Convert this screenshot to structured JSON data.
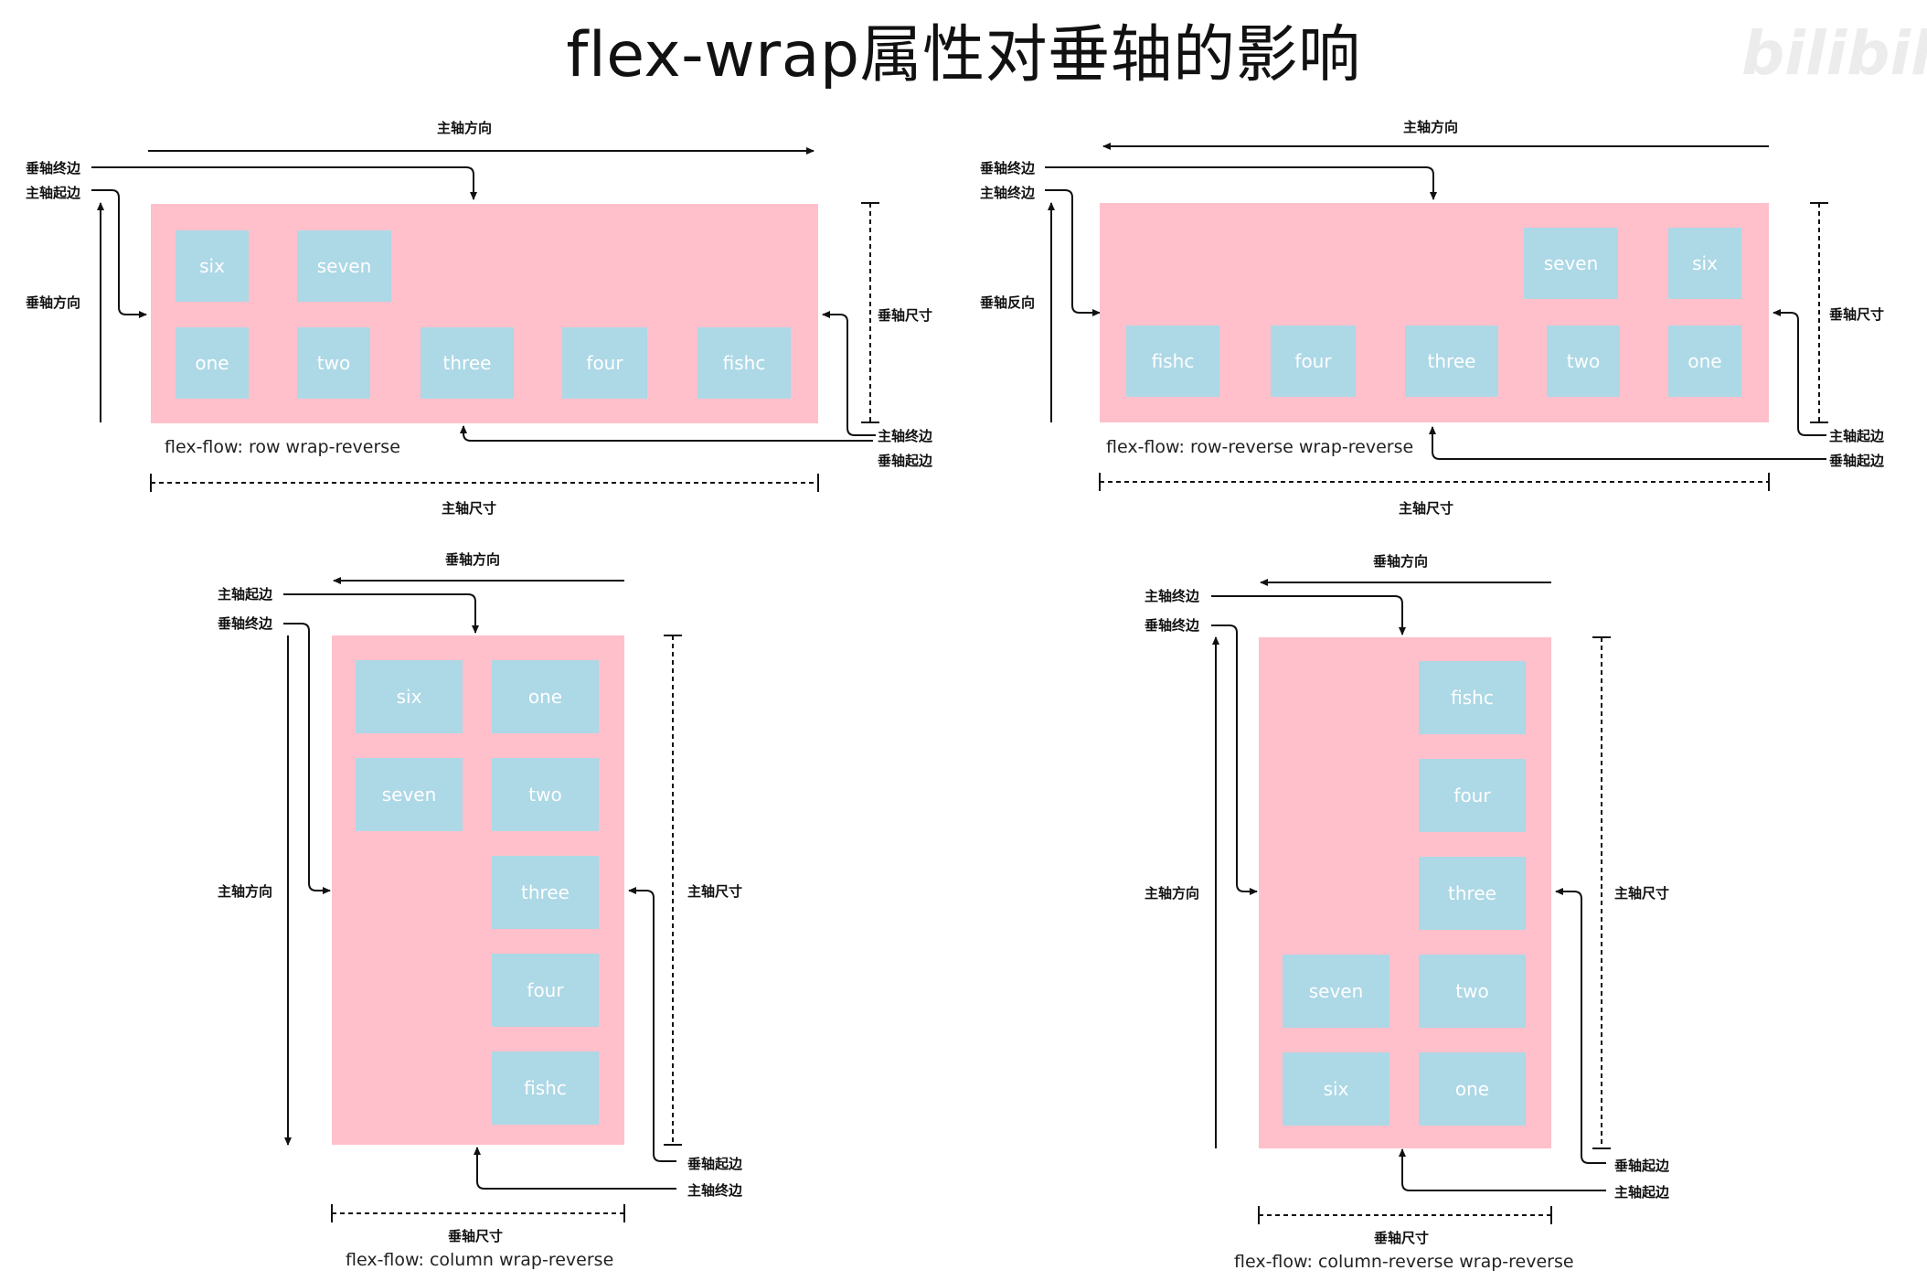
{
  "title": "flex-wrap属性对垂轴的影响",
  "watermark": "bilibili",
  "colors": {
    "container": "#ffc0cb",
    "item": "#add8e6",
    "item_text": "#ffffff",
    "line": "#111111"
  },
  "panels": [
    {
      "flow": "flex-flow: row wrap-reverse",
      "labels": {
        "main_dir": "主轴方向",
        "main_end": "垂轴终边",
        "main_start": "主轴起边",
        "cross_dir": "垂轴方向",
        "cross_size": "垂轴尺寸",
        "r_end": "主轴终边",
        "r_start": "垂轴起边",
        "main_size": "主轴尺寸"
      },
      "items": [
        "six",
        "seven",
        "one",
        "two",
        "three",
        "four",
        "fishc"
      ]
    },
    {
      "flow": "flex-flow: row-reverse wrap-reverse",
      "labels": {
        "main_dir": "主轴方向",
        "main_end": "垂轴终边",
        "main_start": "主轴终边",
        "cross_dir": "垂轴反向",
        "cross_size": "垂轴尺寸",
        "r_end": "主轴起边",
        "r_start": "垂轴起边",
        "main_size": "主轴尺寸"
      },
      "items": [
        "seven",
        "six",
        "fishc",
        "four",
        "three",
        "two",
        "one"
      ]
    },
    {
      "flow": "flex-flow: column wrap-reverse",
      "labels": {
        "cross_dir": "垂轴方向",
        "start": "主轴起边",
        "end": "垂轴终边",
        "main_dir": "主轴方向",
        "main_size": "主轴尺寸",
        "r_start": "垂轴起边",
        "r_end": "主轴终边",
        "cross_size": "垂轴尺寸"
      },
      "items": [
        "six",
        "one",
        "seven",
        "two",
        "three",
        "four",
        "fishc"
      ]
    },
    {
      "flow": "flex-flow: column-reverse wrap-reverse",
      "labels": {
        "cross_dir": "垂轴方向",
        "start": "主轴终边",
        "end": "垂轴终边",
        "main_dir": "主轴方向",
        "main_size": "主轴尺寸",
        "r_start": "垂轴起边",
        "r_end": "主轴起边",
        "cross_size": "垂轴尺寸"
      },
      "items": [
        "fishc",
        "four",
        "three",
        "seven",
        "two",
        "six",
        "one"
      ]
    }
  ]
}
